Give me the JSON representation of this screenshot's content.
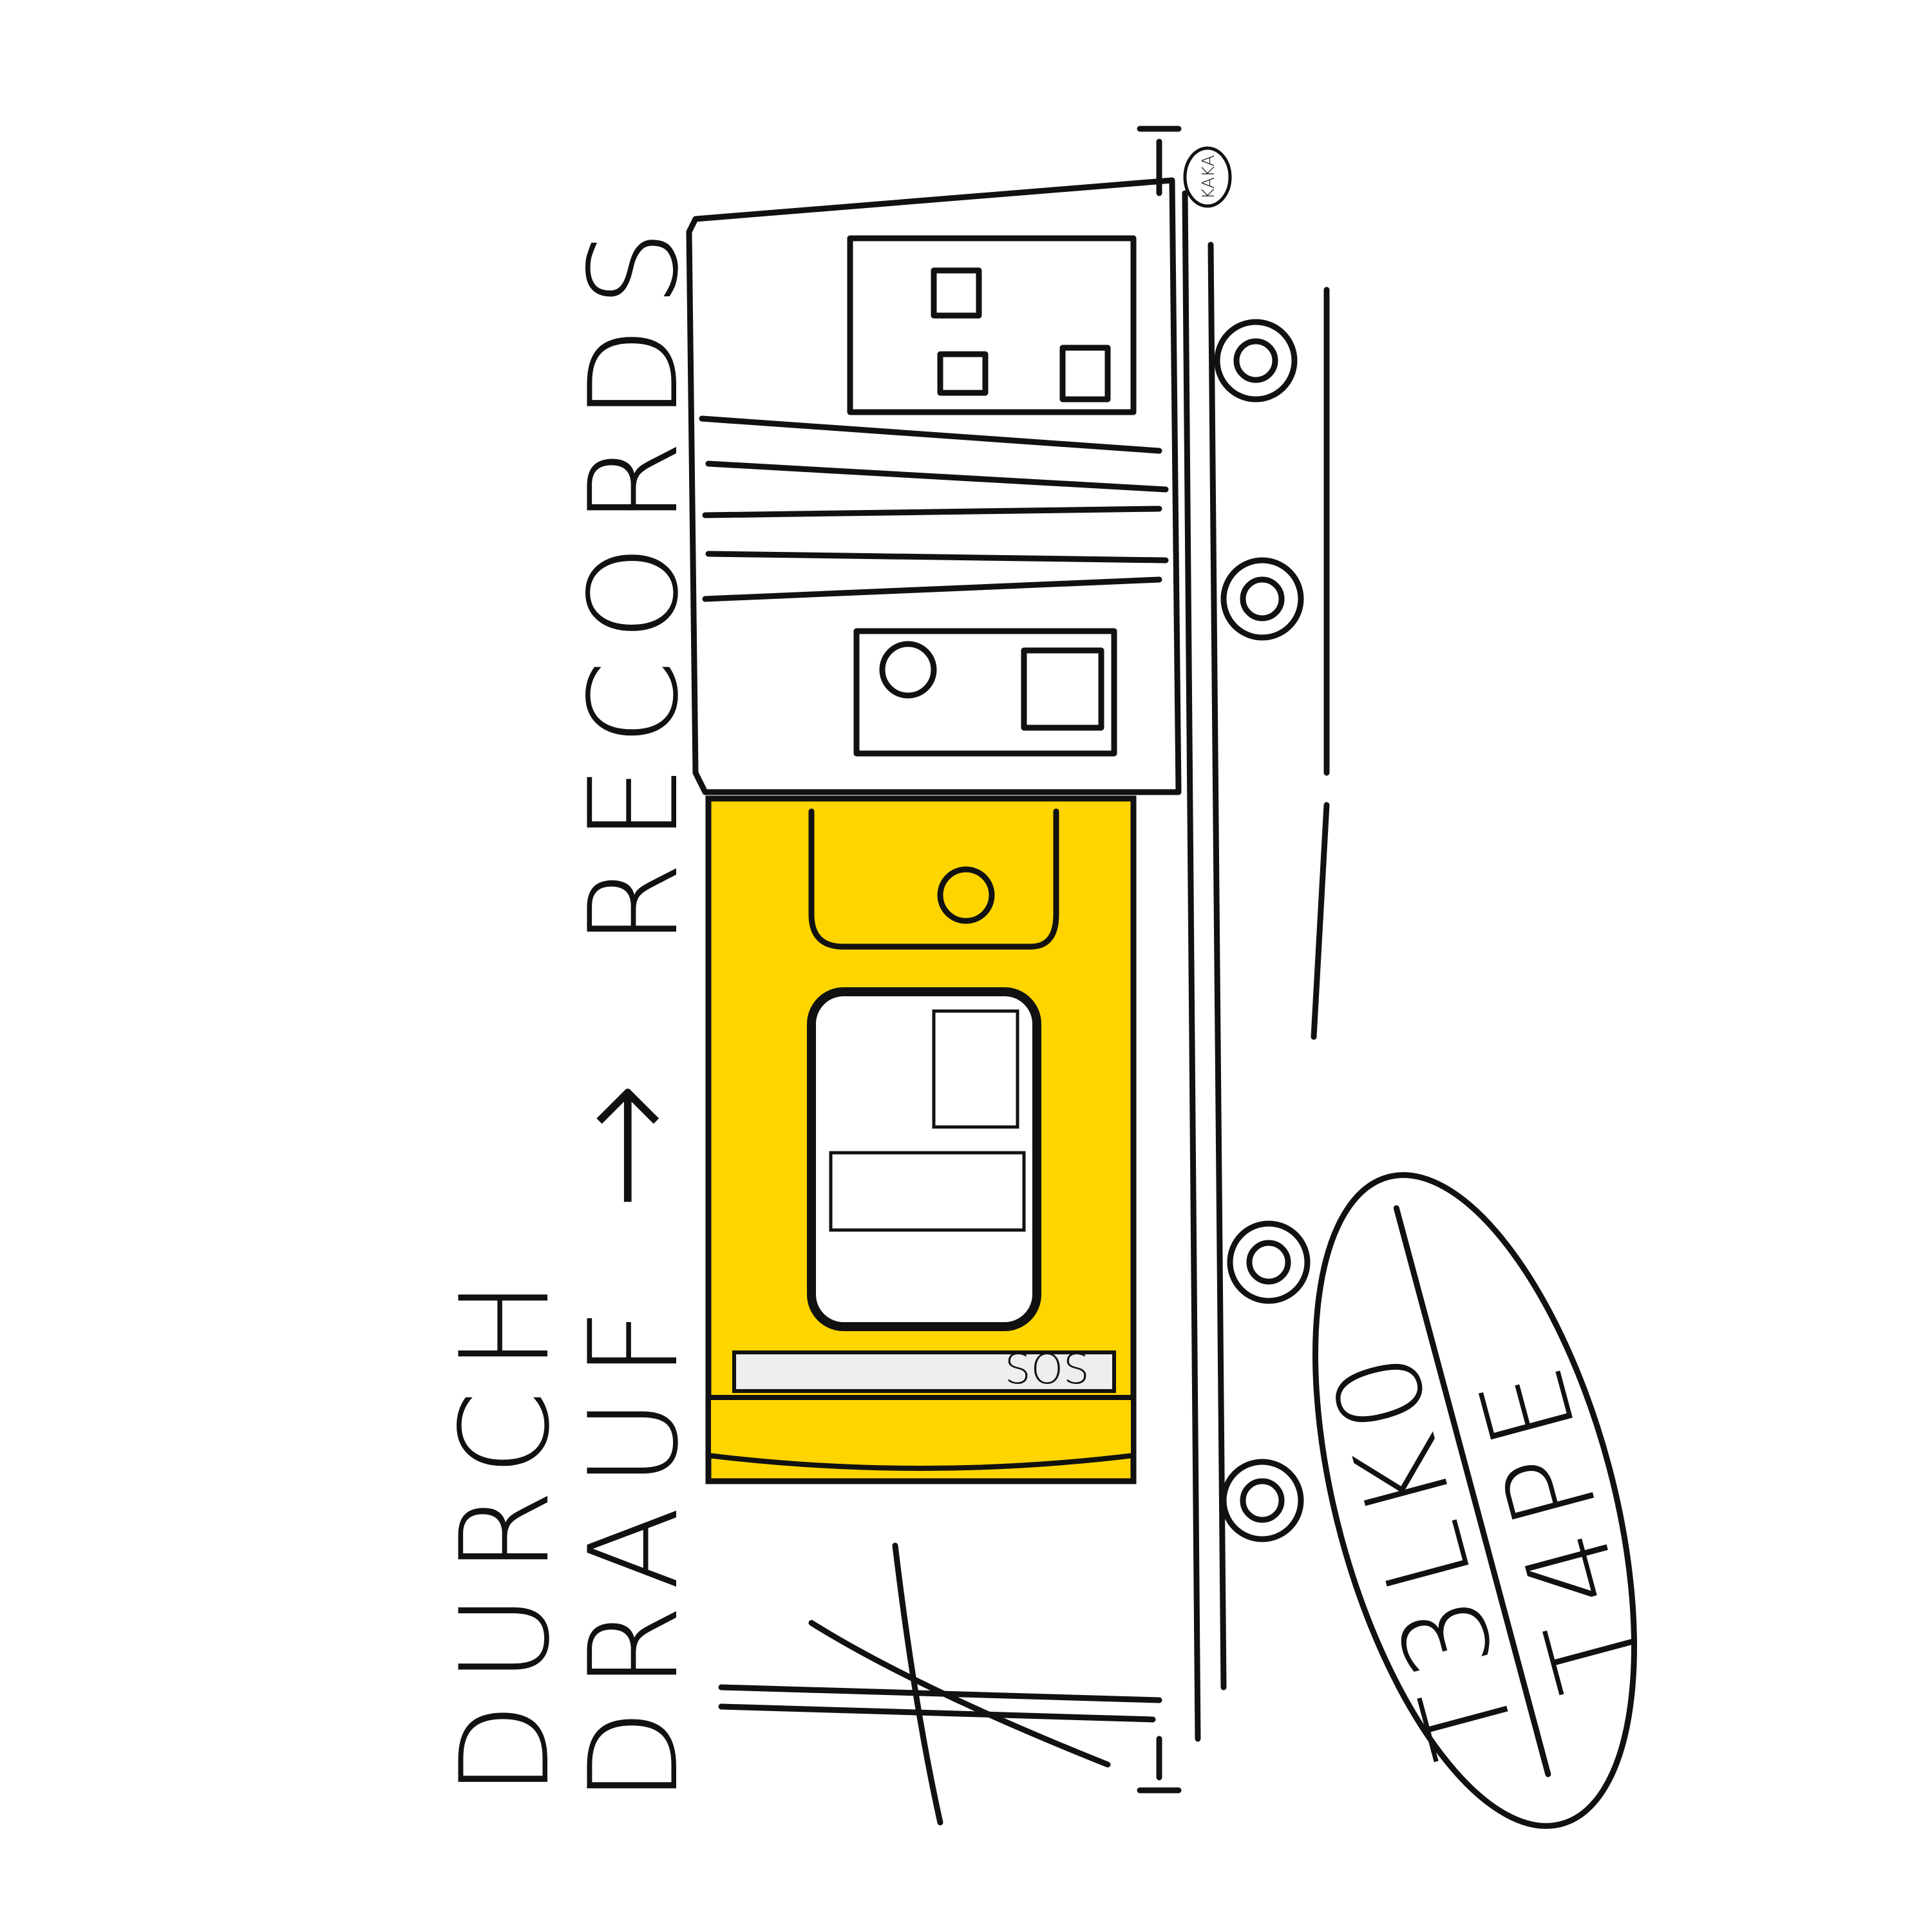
{
  "artwork": {
    "title_line1": "DURCH",
    "title_line2": "DRAUF",
    "arrow": "→",
    "title_line2_end": "RECORDS",
    "badge_top": "T3LK0",
    "badge_bottom": "T4PE",
    "car_label": "SOS",
    "artist_tag": "KAKA"
  },
  "colors": {
    "accent_yellow": "#FFD500",
    "ink": "#111111",
    "background": "#FFFFFF"
  }
}
